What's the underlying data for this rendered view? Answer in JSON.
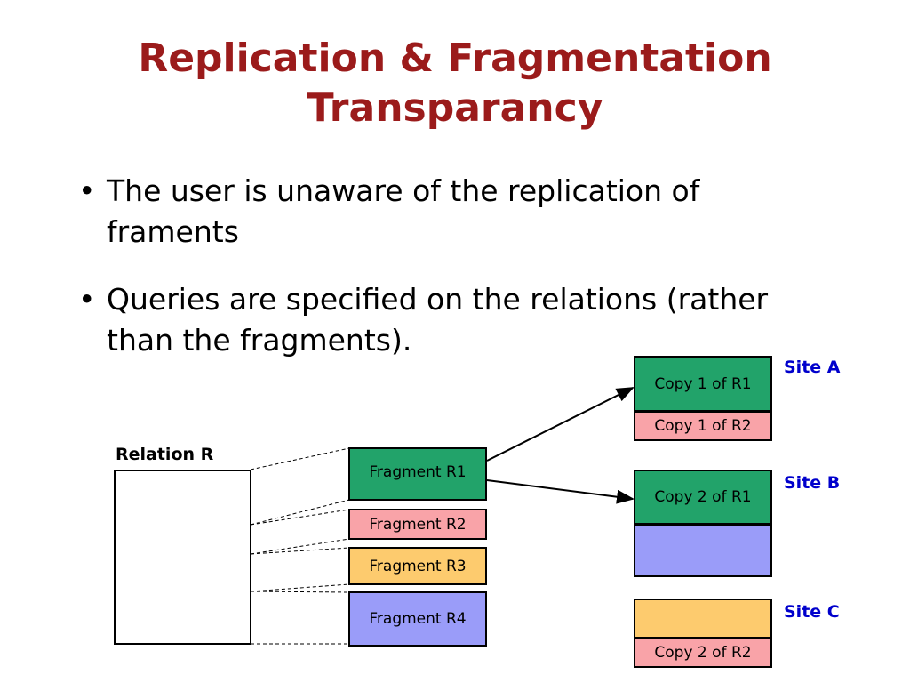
{
  "title": {
    "line1": "Replication & Fragmentation",
    "line2": "Transparancy"
  },
  "bullets": [
    {
      "marker": "•",
      "text": "The user is unaware of the replication of framents"
    },
    {
      "marker": "•",
      "text": "Queries are specified on the relations (rather than the fragments)."
    }
  ],
  "diagram": {
    "relation_label": "Relation R",
    "fragments": [
      "Fragment R1",
      "Fragment R2",
      "Fragment R3",
      "Fragment R4"
    ],
    "site_a": {
      "label": "Site A",
      "copy_r1": "Copy 1 of R1",
      "copy_r2": "Copy 1 of R2"
    },
    "site_b": {
      "label": "Site B",
      "copy_r1": "Copy 2 of R1"
    },
    "site_c": {
      "label": "Site C",
      "copy_r2": "Copy 2 of R2"
    },
    "colors": {
      "title": "#9b1b1b",
      "site_label": "#0000cc",
      "fragment_r1": "#22a36a",
      "fragment_r2": "#f9a3a8",
      "fragment_r3": "#fdcb6e",
      "fragment_r4": "#9a9cf9"
    }
  }
}
